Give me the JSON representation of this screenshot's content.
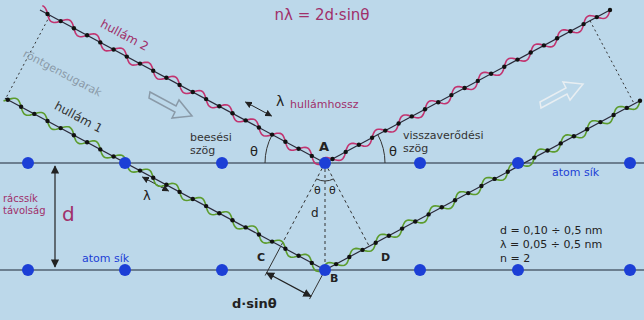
{
  "diagram": {
    "title": "nλ = 2d·sinθ",
    "labels": [
      "röntgensugarak",
      "hullám 2",
      "λ",
      "hullámhossz",
      "hullám 1",
      "beesési szög",
      "θ",
      "A",
      "θ",
      "visszaverődési szög",
      "atom sík",
      "rácssík távolság",
      "d",
      "atom sík",
      "θ",
      "θ",
      "d",
      "C",
      "D",
      "B",
      "λ",
      "d·sinθ",
      "d = 0,10 ÷ 0,5 nm",
      "λ = 0,05 ÷ 0,5 nm",
      "n = 2"
    ]
  }
}
